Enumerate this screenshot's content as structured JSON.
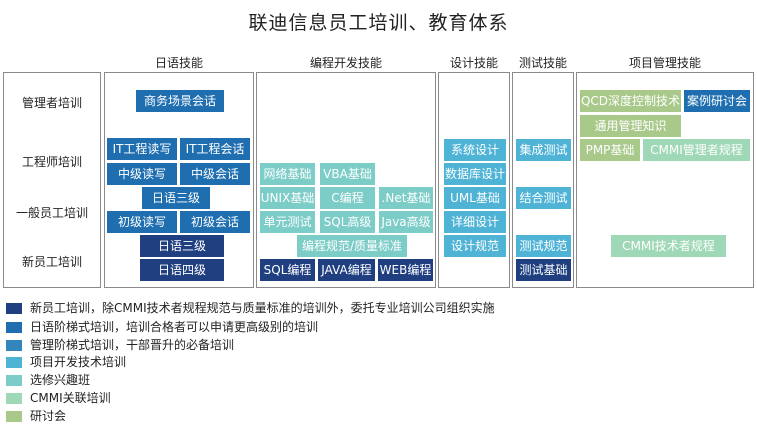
{
  "title": "联迪信息员工培训、教育体系",
  "columns": {
    "japanese": "日语技能",
    "programming": "编程开发技能",
    "design": "设计技能",
    "testing": "测试技能",
    "pm": "项目管理技能"
  },
  "rows": {
    "manager": "管理者培训",
    "engineer": "工程师培训",
    "general": "一般员工培训",
    "newhire": "新员工培训"
  },
  "colors": {
    "c1": "#1f3f80",
    "c2": "#1f6fb0",
    "c3": "#3585bd",
    "c4": "#4fb3d6",
    "c5": "#7cccc7",
    "c6": "#9fd8b6",
    "c7": "#a8c98a"
  },
  "boxes": {
    "business_meeting": "商务场景会话",
    "it_reading": "IT工程读写",
    "it_speaking": "IT工程会话",
    "mid_reading": "中级读写",
    "mid_speaking": "中级会话",
    "jp_level3_a": "日语三级",
    "basic_reading": "初级读写",
    "basic_speaking": "初级会话",
    "jp_level3_b": "日语三级",
    "jp_level4": "日语四级",
    "network": "网络基础",
    "vba": "VBA基础",
    "unix": "UNIX基础",
    "c_prog": "C编程",
    "dotnet": ".Net基础",
    "unit_test": "单元测试",
    "sql_adv": "SQL高级",
    "java_adv": "Java高级",
    "coding_std": "编程规范/质量标准",
    "sql_prog": "SQL编程",
    "java_prog": "JAVA编程",
    "web_prog": "WEB编程",
    "system_design": "系统设计",
    "db_design": "数据库设计",
    "uml": "UML基础",
    "detail_design": "详细设计",
    "design_std": "设计规范",
    "integration_test": "集成测试",
    "combined_test": "结合测试",
    "test_std": "测试规范",
    "test_basic": "测试基础",
    "qcd": "QCD深度控制技术",
    "case_seminar": "案例研讨会",
    "general_mgmt": "通用管理知识",
    "pmp": "PMP基础",
    "cmmi_mgr": "CMMI管理者规程",
    "cmmi_tech": "CMMI技术者规程"
  },
  "legend": [
    {
      "color": "#1f3f80",
      "text": "新员工培训，除CMMI技术者规程规范与质量标准的培训外，委托专业培训公司组织实施"
    },
    {
      "color": "#1f6fb0",
      "text": "日语阶梯式培训，培训合格者可以申请更高级别的培训"
    },
    {
      "color": "#3585bd",
      "text": "管理阶梯式培训，干部晋升的必备培训"
    },
    {
      "color": "#4fb3d6",
      "text": "项目开发技术培训"
    },
    {
      "color": "#7cccc7",
      "text": "选修兴趣班"
    },
    {
      "color": "#9fd8b6",
      "text": "CMMI关联培训"
    },
    {
      "color": "#a8c98a",
      "text": "研讨会"
    }
  ]
}
